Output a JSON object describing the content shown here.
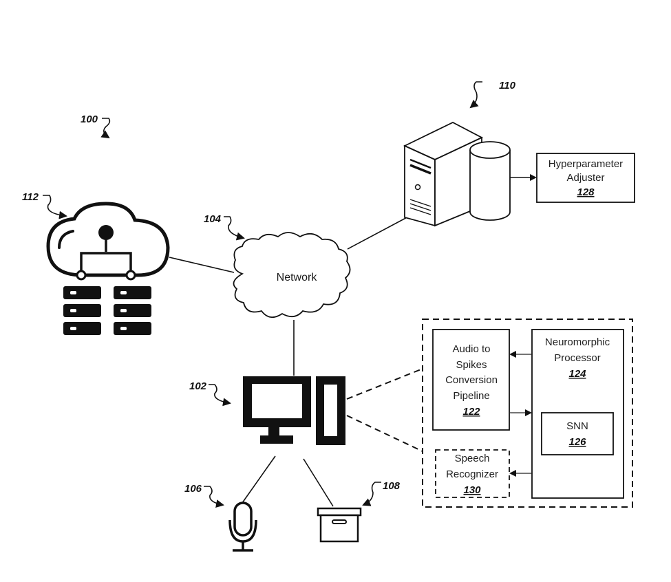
{
  "figure": {
    "system_ref": "100",
    "nodes": {
      "cloud_service": {
        "ref": "112"
      },
      "network": {
        "ref": "104",
        "label": "Network"
      },
      "server": {
        "ref": "110"
      },
      "computing_device": {
        "ref": "102"
      },
      "microphone": {
        "ref": "106"
      },
      "storage": {
        "ref": "108"
      }
    },
    "boxes": {
      "hyperparameter_adjuster": {
        "lines": [
          "Hyperparameter",
          "Adjuster"
        ],
        "num": "128"
      },
      "audio_to_spikes": {
        "lines": [
          "Audio to",
          "Spikes",
          "Conversion",
          "Pipeline"
        ],
        "num": "122"
      },
      "neuromorphic_processor": {
        "lines": [
          "Neuromorphic",
          "Processor"
        ],
        "num": "124"
      },
      "snn": {
        "lines": [
          "SNN"
        ],
        "num": "126"
      },
      "speech_recognizer": {
        "lines": [
          "Speech",
          "Recognizer"
        ],
        "num": "130"
      }
    },
    "icons": {
      "cloud_service": "cloud-server-icon",
      "network": "cloud-icon",
      "server": "server-tower-icon",
      "database": "database-cylinder-icon",
      "computing_device": "desktop-computer-icon",
      "microphone": "microphone-icon",
      "storage": "storage-box-icon"
    }
  }
}
